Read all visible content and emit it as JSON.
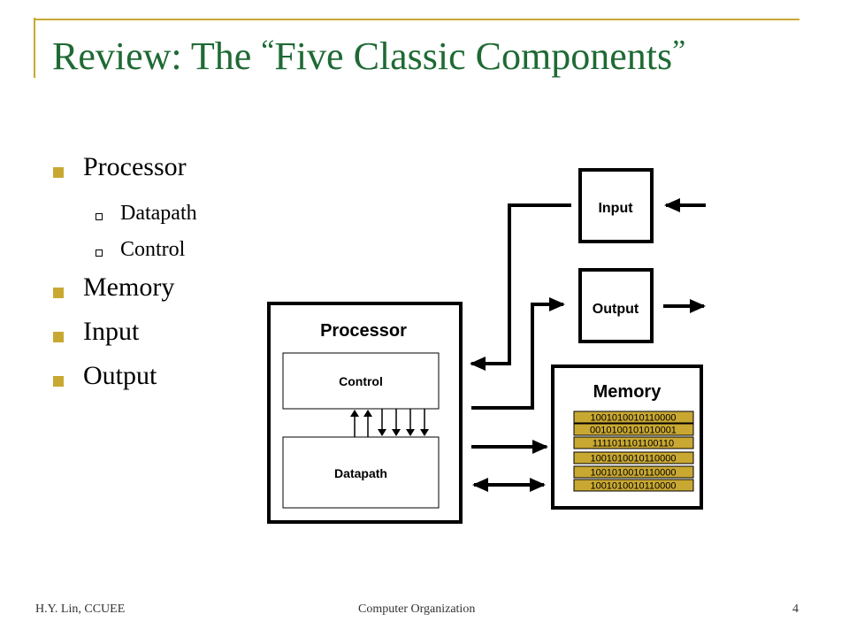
{
  "title": {
    "prefix": "Review: The ",
    "open_quote": "“",
    "text": "Five Classic Components",
    "close_quote": "”"
  },
  "bullets": [
    {
      "label": "Processor",
      "sub": [
        "Datapath",
        "Control"
      ]
    },
    {
      "label": "Memory"
    },
    {
      "label": "Input"
    },
    {
      "label": "Output"
    }
  ],
  "diagram": {
    "processor": "Processor",
    "control": "Control",
    "datapath": "Datapath",
    "input": "Input",
    "output": "Output",
    "memory": "Memory",
    "memory_words": [
      "1001010010110000",
      "0010100101010001",
      "1111011101100110",
      "1001010010110000",
      "1001010010110000",
      "1001010010110000"
    ]
  },
  "footer": {
    "left": "H.Y. Lin, CCUEE",
    "center": "Computer Organization",
    "page": "4"
  },
  "colors": {
    "title": "#1e6a34",
    "accent": "#c9a832",
    "memory_word_fill": "#c9a832"
  }
}
